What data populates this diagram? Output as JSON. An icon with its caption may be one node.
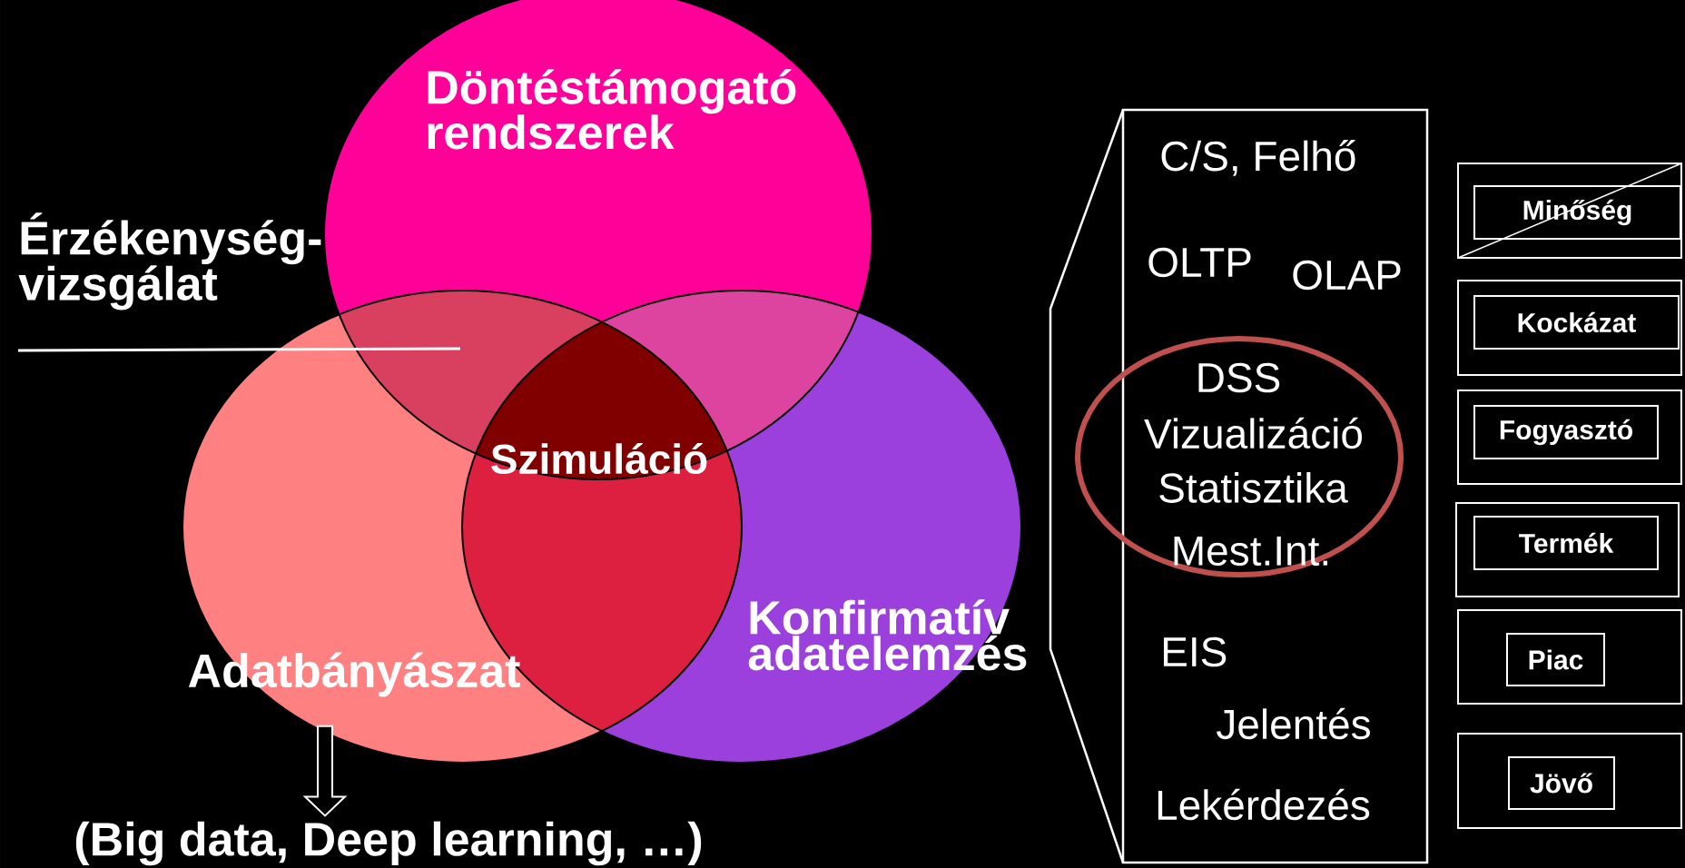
{
  "diagram": {
    "nodes": [
      {
        "text": [
          "Döntéstámogató rendszerek"
        ]
      },
      {
        "text": [
          "Adatbányászat"
        ]
      },
      {
        "text": [
          "Konfirmatív adatelemzés"
        ]
      },
      {
        "text": [
          "Szimuláció"
        ]
      },
      {
        "text": [
          "Érzékenység-vizsgálat"
        ]
      },
      {
        "text": [
          "(Big data, Deep learning, …)"
        ]
      },
      {
        "text": [],
        "shape": "box"
      },
      {
        "text": [
          "C/S, Felhő",
          "OLTP",
          "OLAP",
          "EIS",
          "Jelentés",
          "Lekérdezés"
        ],
        "in": 6
      },
      {
        "text": [
          "DSS",
          "Vizualizáció",
          "Statisztika",
          "Mest.Int."
        ]
      },
      {
        "text": [],
        "shape": "box"
      },
      {
        "text": [
          "Minőség"
        ],
        "in": 9
      },
      {
        "text": [],
        "shape": "box"
      },
      {
        "text": [
          "Kockázat"
        ],
        "in": 11
      },
      {
        "text": [],
        "shape": "box"
      },
      {
        "text": [
          "Fogyasztó"
        ],
        "in": 13
      },
      {
        "text": [],
        "shape": "box"
      },
      {
        "text": [
          "Termék"
        ],
        "in": 15
      },
      {
        "text": [],
        "shape": "box"
      },
      {
        "text": [
          "Piac"
        ],
        "in": 17
      },
      {
        "text": [],
        "shape": "box"
      },
      {
        "text": [
          "Jövő"
        ],
        "in": 19
      }
    ],
    "edges": [
      {
        "from": 4,
        "to": 1,
        "arrow": "none"
      },
      {
        "from": 1,
        "to": 5,
        "arrow": "to"
      }
    ]
  }
}
